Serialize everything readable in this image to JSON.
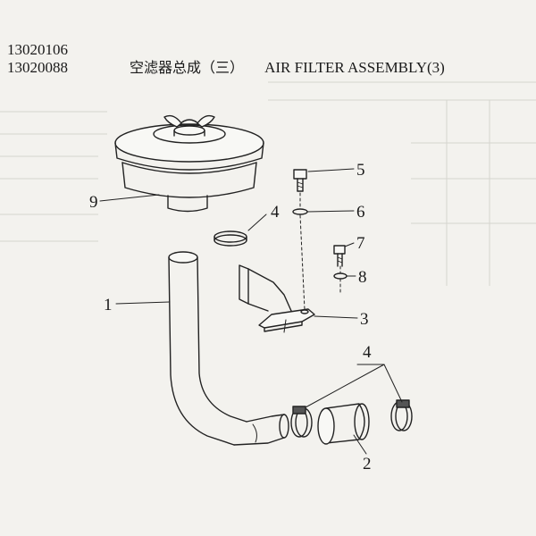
{
  "header": {
    "part_codes": [
      "13020106",
      "13020088"
    ],
    "title_cn": "空滤器总成（三）",
    "title_en": "AIR FILTER ASSEMBLY(3)"
  },
  "callouts": {
    "c1": "1",
    "c2": "2",
    "c3": "3",
    "c4a": "4",
    "c4b": "4",
    "c5": "5",
    "c6": "6",
    "c7": "7",
    "c8": "8",
    "c9": "9"
  },
  "parts": {
    "p1": "intake-pipe",
    "p2": "rubber-hose",
    "p3": "support-bracket",
    "p4": "hose-clamp",
    "p5": "bolt",
    "p6": "washer",
    "p7": "bolt",
    "p8": "washer",
    "p9": "air-filter"
  },
  "colors": {
    "line": "#222222",
    "paper": "#f3f2ee",
    "bleed": "#cfcec8"
  }
}
